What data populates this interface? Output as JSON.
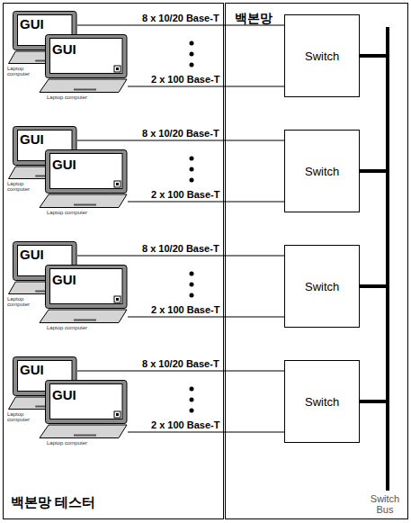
{
  "diagram": {
    "nodes": [
      {
        "text": [
          "백본망 테스터"
        ]
      },
      {
        "text": [
          "GUI",
          "Laptop computer"
        ],
        "in": 0
      },
      {
        "text": [
          "GUI",
          "Laptop computer"
        ],
        "in": 0
      },
      {
        "text": [
          "GUI",
          "Laptop computer"
        ],
        "in": 0
      },
      {
        "text": [
          "GUI",
          "Laptop computer"
        ],
        "in": 0
      },
      {
        "text": [
          "GUI",
          "Laptop computer"
        ],
        "in": 0
      },
      {
        "text": [
          "GUI",
          "Laptop computer"
        ],
        "in": 0
      },
      {
        "text": [
          "GUI",
          "Laptop computer"
        ],
        "in": 0
      },
      {
        "text": [
          "GUI",
          "Laptop computer"
        ],
        "in": 0
      },
      {
        "text": [
          "백본망"
        ]
      },
      {
        "text": [
          "Switch"
        ],
        "in": 9
      },
      {
        "text": [
          "Switch"
        ],
        "in": 9
      },
      {
        "text": [
          "Switch"
        ],
        "in": 9
      },
      {
        "text": [
          "Switch"
        ],
        "in": 9
      }
    ],
    "edges": [
      {
        "from": 1,
        "to": 10,
        "arrow": "none",
        "label": "8 x 10/20 Base-T"
      },
      {
        "from": 2,
        "to": 10,
        "arrow": "none",
        "label": "2 x 100 Base-T"
      },
      {
        "from": 3,
        "to": 11,
        "arrow": "none",
        "label": "8 x 10/20 Base-T"
      },
      {
        "from": 4,
        "to": 11,
        "arrow": "none",
        "label": "2 x 100 Base-T"
      },
      {
        "from": 5,
        "to": 12,
        "arrow": "none",
        "label": "8 x 10/20 Base-T"
      },
      {
        "from": 6,
        "to": 12,
        "arrow": "none",
        "label": "2 x 100 Base-T"
      },
      {
        "from": 7,
        "to": 13,
        "arrow": "none",
        "label": "8 x 10/20 Base-T"
      },
      {
        "from": 8,
        "to": 13,
        "arrow": "none",
        "label": "2 x 100 Base-T"
      }
    ],
    "labels": [
      "Switch Bus"
    ]
  }
}
